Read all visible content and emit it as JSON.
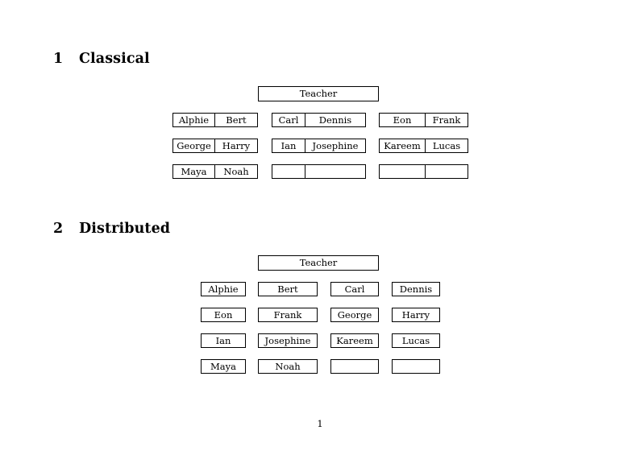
{
  "document": {
    "page_number": "1",
    "background_color": "#ffffff",
    "text_color": "#000000",
    "border_color": "#000000"
  },
  "sections": [
    {
      "number": "1",
      "title": "Classical",
      "teacher_label": "Teacher",
      "layout": "grouped-pairs",
      "groups": [
        {
          "rows": [
            [
              "Alphie",
              "Bert"
            ],
            [
              "George",
              "Harry"
            ],
            [
              "Maya",
              "Noah"
            ]
          ]
        },
        {
          "rows": [
            [
              "Carl",
              "Dennis"
            ],
            [
              "Ian",
              "Josephine"
            ],
            [
              "",
              ""
            ]
          ]
        },
        {
          "rows": [
            [
              "Eon",
              "Frank"
            ],
            [
              "Kareem",
              "Lucas"
            ],
            [
              "",
              ""
            ]
          ]
        }
      ]
    },
    {
      "number": "2",
      "title": "Distributed",
      "teacher_label": "Teacher",
      "layout": "separate-boxes",
      "rows": [
        [
          "Alphie",
          "Bert",
          "Carl",
          "Dennis"
        ],
        [
          "Eon",
          "Frank",
          "George",
          "Harry"
        ],
        [
          "Ian",
          "Josephine",
          "Kareem",
          "Lucas"
        ],
        [
          "Maya",
          "Noah",
          "",
          ""
        ]
      ]
    }
  ]
}
